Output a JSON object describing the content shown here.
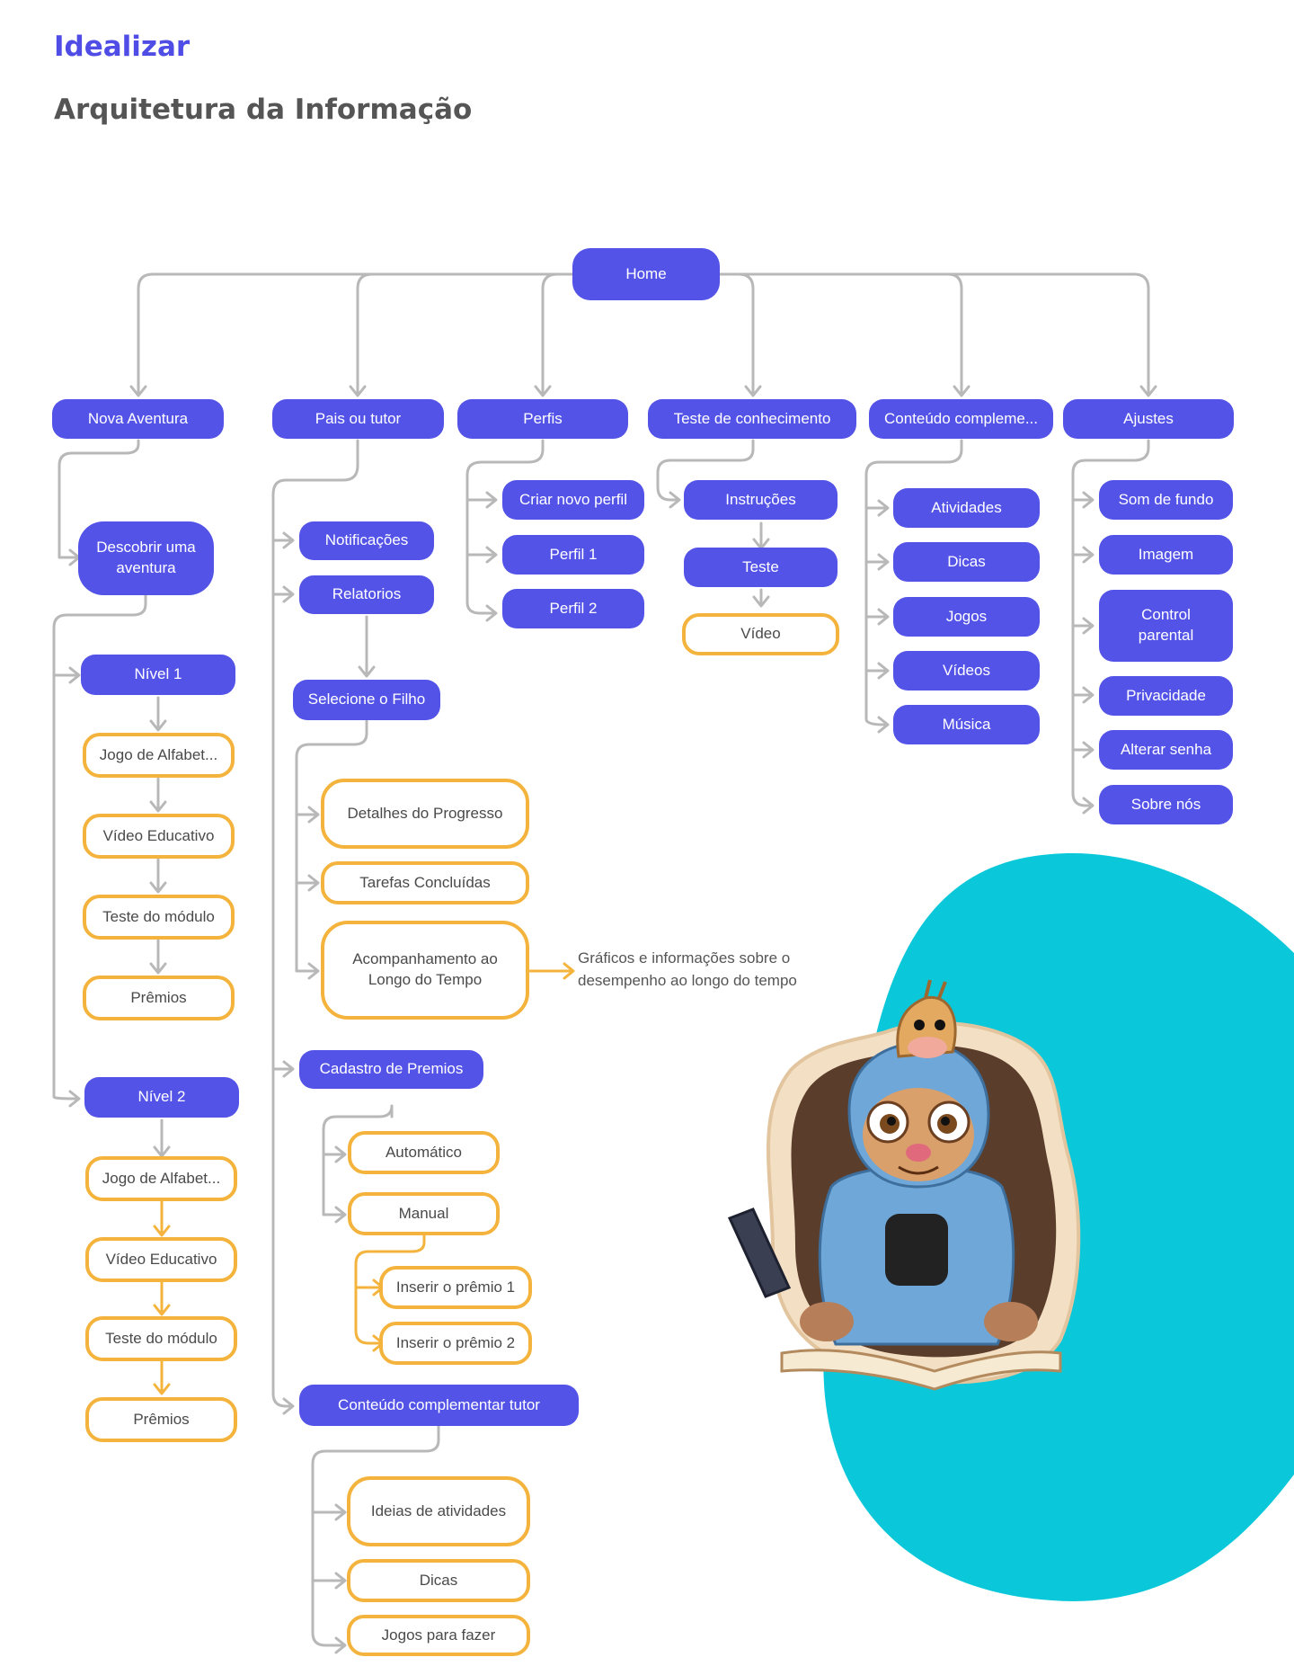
{
  "header": {
    "brand": "Idealizar",
    "title": "Arquitetura da Informação"
  },
  "colors": {
    "primary": "#5453e8",
    "accent": "#f4b33c",
    "wire": "#b8b8b8",
    "teal": "#0ac8d9"
  },
  "diagram": {
    "home": "Home",
    "categories": {
      "nova_aventura": "Nova Aventura",
      "pais_tutor": "Pais ou tutor",
      "perfis": "Perfis",
      "teste_conhecimento": "Teste de conhecimento",
      "conteudo_complementar": "Conteúdo compleme...",
      "ajustes": "Ajustes"
    },
    "nova_aventura": {
      "descobrir": "Descobrir uma aventura",
      "nivel1": "Nível 1",
      "nivel1_items": [
        "Jogo de Alfabet...",
        "Vídeo Educativo",
        "Teste do módulo",
        "Prêmios"
      ],
      "nivel2": "Nível  2",
      "nivel2_items": [
        "Jogo de Alfabet...",
        "Vídeo Educativo",
        "Teste do módulo",
        "Prêmios"
      ]
    },
    "pais_tutor": {
      "notificacoes": "Notificações",
      "relatorios": "Relatorios",
      "selecione": "Selecione o Filho",
      "detalhes": "Detalhes do Progresso",
      "tarefas": "Tarefas Concluídas",
      "acompanhamento": "Acompanhamento ao Longo do Tempo",
      "acompanhamento_note": "Gráficos e informações sobre o desempenho ao longo do tempo",
      "cadastro": "Cadastro de Premios",
      "automatico": "Automático",
      "manual": "Manual",
      "premio1": "Inserir o prêmio 1",
      "premio2": "Inserir o prêmio 2",
      "conteudo_tutor": "Conteúdo complementar tutor",
      "ideias": "Ideias de atividades",
      "dicas": "Dicas",
      "jogos_fazer": "Jogos para fazer"
    },
    "perfis": [
      "Criar novo perfil",
      "Perfil 1",
      "Perfil 2"
    ],
    "teste": {
      "instrucoes": "Instruções",
      "teste": "Teste",
      "video": "Vídeo"
    },
    "conteudo": [
      "Atividades",
      "Dicas",
      "Jogos",
      "Vídeos",
      "Música"
    ],
    "ajustes": [
      "Som de fundo",
      "Imagem",
      "Control parental",
      "Privacidade",
      "Alterar senha",
      "Sobre nós"
    ]
  }
}
